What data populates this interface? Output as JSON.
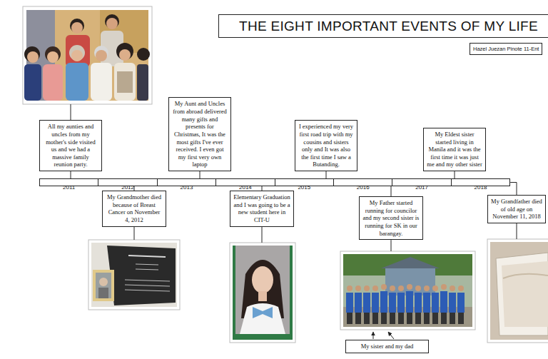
{
  "diagram": {
    "title": "THE EIGHT IMPORTANT EVENTS OF MY LIFE",
    "nodes": [
      {
        "text": [
          "Hazel Juezan Pinote 11-Ent"
        ]
      },
      {
        "text": [
          "All my aunties and uncles from my mother's side visited us and we had a massive family reunion party."
        ]
      },
      {
        "text": [
          "My Grandmother died because of Breast Cancer on November 4, 2012"
        ]
      },
      {
        "text": [
          "My Aunt and Uncles from abroad delivered many gifts and presents for Christmas, It was the most gifts I've ever received. I even got my first very own laptop"
        ]
      },
      {
        "text": [
          "Elementary Graduation and I was going to be a new student here in CIT-U"
        ]
      },
      {
        "text": [
          "I experienced my very first road trip with my cousins and sisters only and It was also the first time I saw a Butanding."
        ]
      },
      {
        "text": [
          "My Father started running for councilor and my second sister is running for SK in our barangay."
        ]
      },
      {
        "text": [
          "My Eldest sister started living in Manila and it was the first time it was just me and my other sister"
        ]
      },
      {
        "text": [
          "My Grandfather died of old age on November 11, 2018"
        ]
      },
      {
        "text": [
          "My sister and my dad"
        ]
      }
    ],
    "labels": [
      "2011",
      "2012",
      "2013",
      "2014",
      "2015",
      "2016",
      "2017",
      "2018"
    ]
  }
}
